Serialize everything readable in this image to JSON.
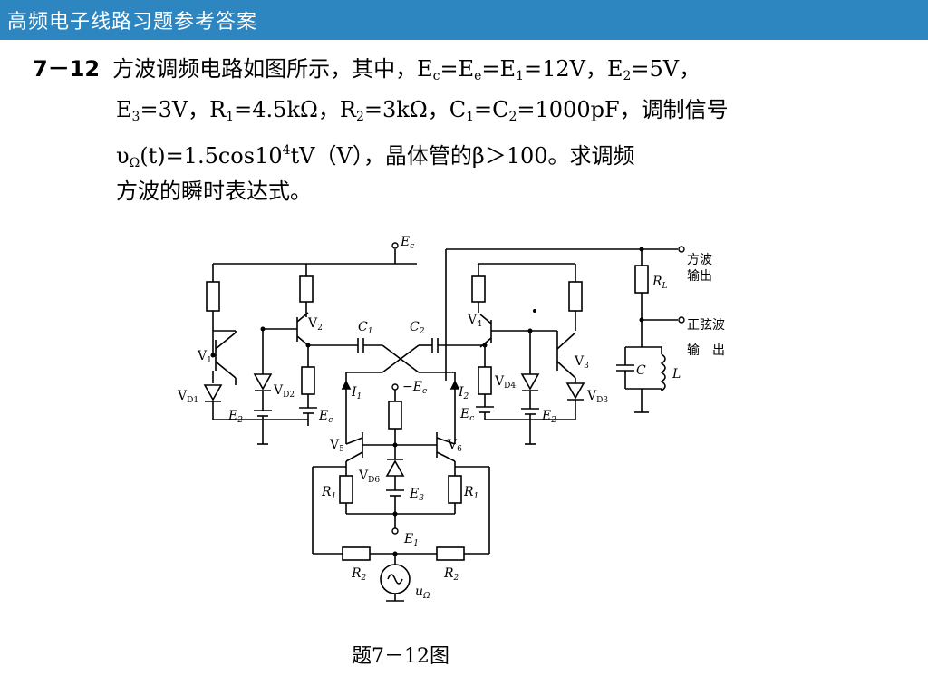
{
  "header": {
    "title": "高频电子线路习题参考答案"
  },
  "problem": {
    "number": "7－12",
    "line1_text": "方波调频电路如图所示，其中，",
    "ec": "E",
    "ec_sub": "c",
    "eq1": "=",
    "ee": "E",
    "ee_sub": "e",
    "eq2": "=",
    "e1": "E",
    "e1_sub": "1",
    "e1_val": "=12V，",
    "e2": "E",
    "e2_sub": "2",
    "e2_val": "=5V，",
    "e3": "E",
    "e3_sub": "3",
    "e3_val": "=3V，",
    "r1": "R",
    "r1_sub": "1",
    "r1_val": "=4.5kΩ，",
    "r2": "R",
    "r2_sub": "2",
    "r2_val": "=3kΩ，",
    "c1": "C",
    "c1_sub": "1",
    "c_eq": "=",
    "c2": "C",
    "c2_sub": "2",
    "c_val": "=1000pF，调制信号",
    "v": "υ",
    "v_sub": "Ω",
    "v_mid": "(t)=1.5cos10",
    "v_sup": "4",
    "v_tail": "tV（V），晶体管的β＞100。求调频",
    "line4": "方波的瞬时表达式。"
  },
  "circuit": {
    "Ec_top": "E",
    "Ec_top_sub": "c",
    "square_out": "方波",
    "square_out2": "输出",
    "sine_out": "正弦波",
    "sine_out2": "输　出",
    "RL": "R",
    "RL_sub": "L",
    "V1": "V",
    "V1_sub": "1",
    "V2": "V",
    "V2_sub": "2",
    "V3": "V",
    "V3_sub": "3",
    "V4": "V",
    "V4_sub": "4",
    "V5": "V",
    "V5_sub": "5",
    "V6": "V",
    "V6_sub": "6",
    "VD1": "V",
    "VD1_sub": "D1",
    "VD2": "V",
    "VD2_sub": "D2",
    "VD3": "V",
    "VD3_sub": "D3",
    "VD4": "V",
    "VD4_sub": "D4",
    "VD6": "V",
    "VD6_sub": "D6",
    "C1": "C",
    "C1_sub": "1",
    "C2": "C",
    "C2_sub": "2",
    "E2a": "E",
    "E2a_sub": "2",
    "E2b": "E",
    "E2b_sub": "2",
    "Eca": "E",
    "Eca_sub": "c",
    "Ecb": "E",
    "Ecb_sub": "c",
    "mEe": "−E",
    "mEe_sub": "e",
    "I1": "I",
    "I1_sub": "1",
    "I2": "I",
    "I2_sub": "2",
    "E3": "E",
    "E3_sub": "3",
    "E1": "E",
    "E1_sub": "1",
    "R1a": "R",
    "R1a_sub": "1",
    "R1b": "R",
    "R1b_sub": "1",
    "R2a": "R",
    "R2a_sub": "2",
    "R2b": "R",
    "R2b_sub": "2",
    "uo": "u",
    "uo_sub": "Ω",
    "C": "C",
    "L": "L"
  },
  "caption": "题7－12图"
}
